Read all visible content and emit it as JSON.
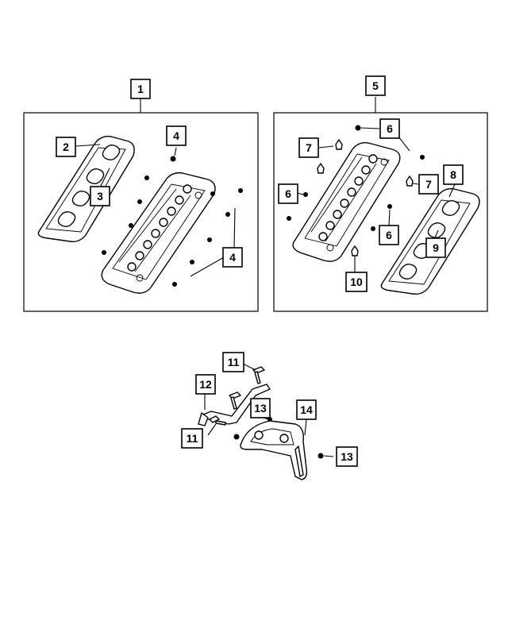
{
  "callouts": {
    "c1": "1",
    "c2": "2",
    "c3": "3",
    "c4a": "4",
    "c4b": "4",
    "c5": "5",
    "c6a": "6",
    "c6b": "6",
    "c6c": "6",
    "c7a": "7",
    "c7b": "7",
    "c8": "8",
    "c9": "9",
    "c10": "10",
    "c11a": "11",
    "c11b": "11",
    "c12": "12",
    "c13a": "13",
    "c13b": "13",
    "c14": "14"
  },
  "colors": {
    "ink": "#000000",
    "paper": "#ffffff"
  }
}
